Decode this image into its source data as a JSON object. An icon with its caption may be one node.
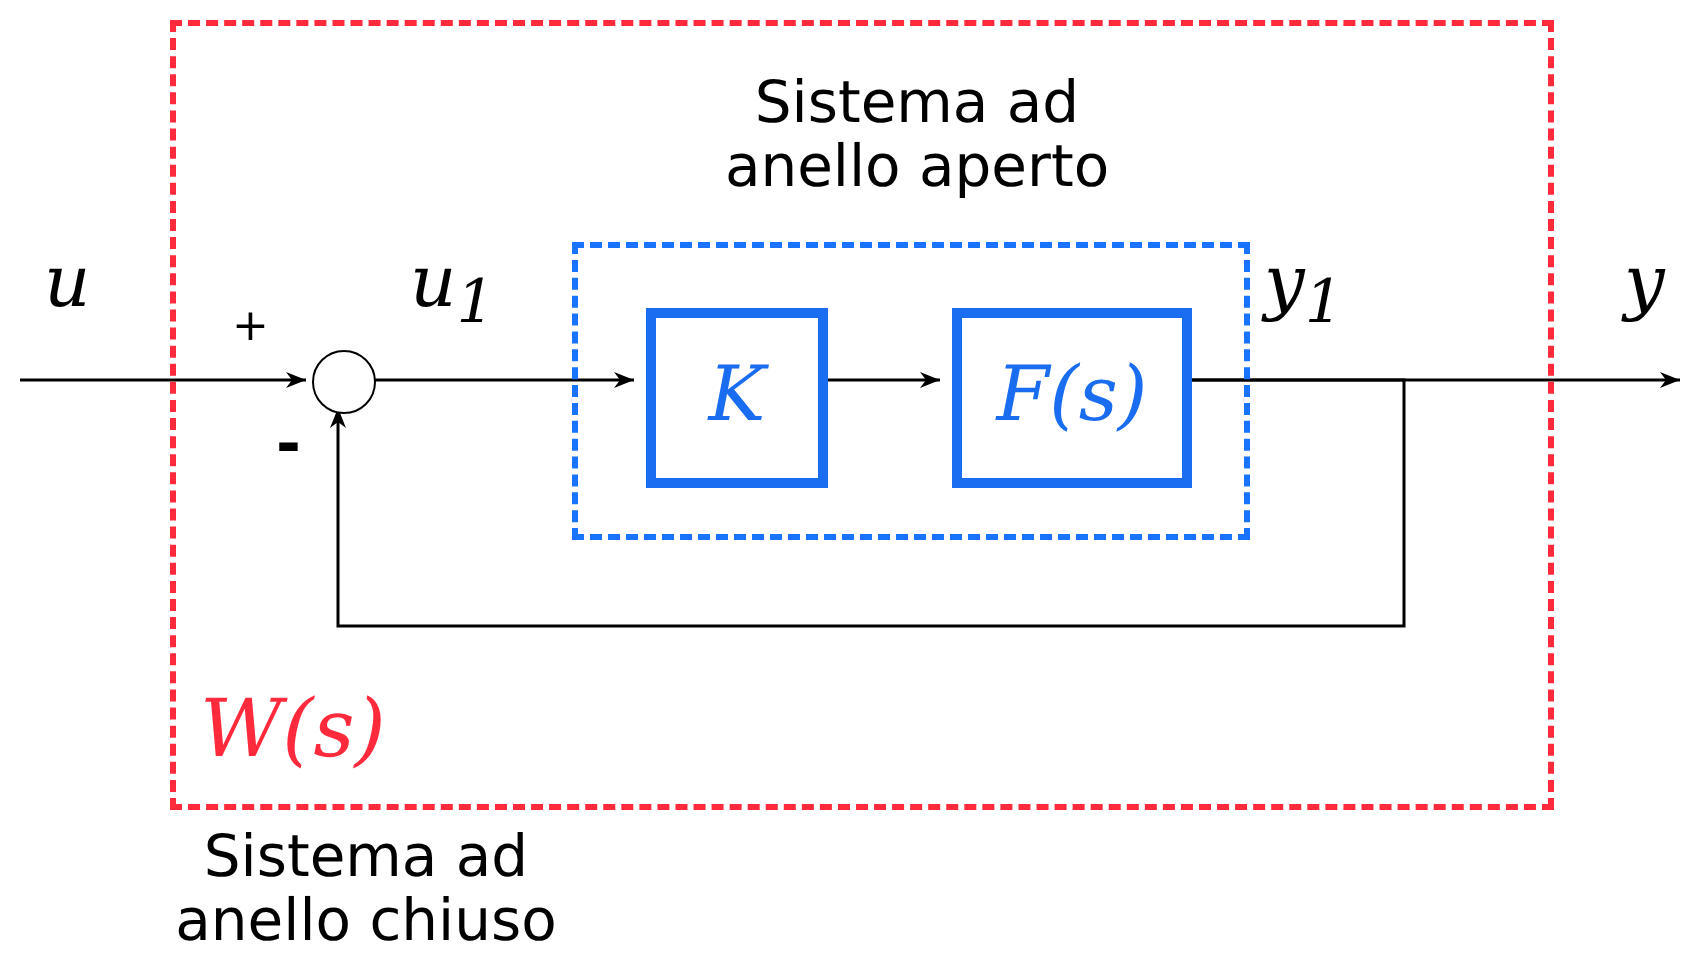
{
  "diagram": {
    "nodes": [
      {
        "text": [
          "W(s)",
          "Sistema ad anello chiuso"
        ]
      },
      {
        "text": [],
        "shape": "circle",
        "in": 0
      },
      {
        "text": [
          "Sistema ad anello aperto"
        ],
        "in": 0
      },
      {
        "text": [
          "K"
        ],
        "in": 2
      },
      {
        "text": [
          "F(s)"
        ],
        "in": 2
      }
    ],
    "edges": [
      {
        "from": null,
        "to": 1,
        "arrow": "to",
        "label": "u"
      },
      {
        "from": 1,
        "to": 3,
        "arrow": "to",
        "label": "u$_{1}$"
      },
      {
        "from": 3,
        "to": 4,
        "arrow": "to"
      },
      {
        "from": 4,
        "to": null,
        "arrow": "to",
        "label": "y"
      },
      {
        "from": 4,
        "to": 1,
        "arrow": "to",
        "label": "y$_{1}$"
      }
    ],
    "labels": [
      "+",
      "-"
    ]
  }
}
